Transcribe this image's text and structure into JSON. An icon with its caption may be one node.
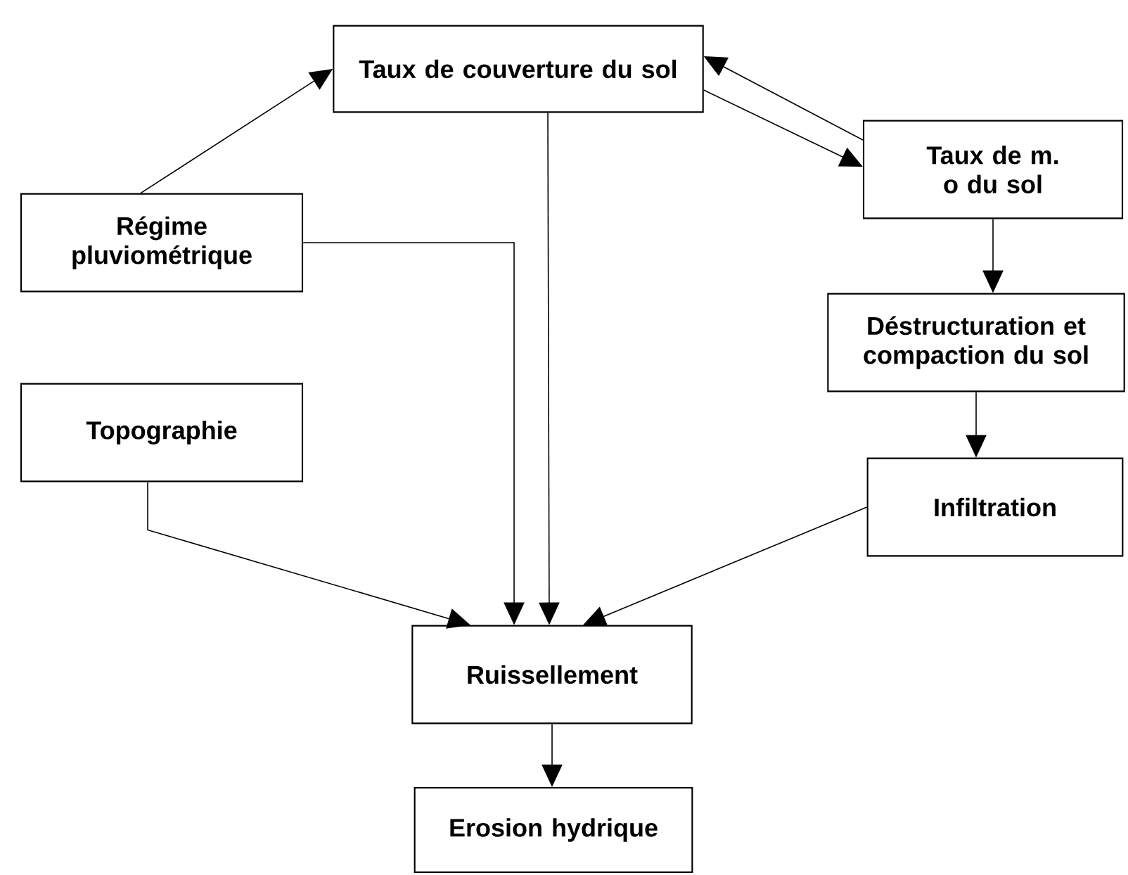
{
  "diagram": {
    "nodes": [
      {
        "text": [
          "Taux de couverture du sol"
        ]
      },
      {
        "text": [
          "Régime pluviométrique"
        ]
      },
      {
        "text": [
          "Taux de m. o du sol"
        ]
      },
      {
        "text": [
          "Déstructuration et compaction du sol"
        ]
      },
      {
        "text": [
          "Topographie"
        ]
      },
      {
        "text": [
          "Infiltration"
        ]
      },
      {
        "text": [
          "Ruissellement"
        ]
      },
      {
        "text": [
          "Erosion hydrique"
        ]
      }
    ],
    "edges": [
      {
        "from": 1,
        "to": 0,
        "arrow": "to"
      },
      {
        "from": 0,
        "to": 2,
        "arrow": "to"
      },
      {
        "from": 2,
        "to": 0,
        "arrow": "to"
      },
      {
        "from": 0,
        "to": 6,
        "arrow": "to"
      },
      {
        "from": 1,
        "to": 6,
        "arrow": "to"
      },
      {
        "from": 2,
        "to": 3,
        "arrow": "to"
      },
      {
        "from": 3,
        "to": 5,
        "arrow": "to"
      },
      {
        "from": 4,
        "to": 6,
        "arrow": "to"
      },
      {
        "from": 5,
        "to": 6,
        "arrow": "to"
      },
      {
        "from": 6,
        "to": 7,
        "arrow": "to"
      }
    ]
  }
}
